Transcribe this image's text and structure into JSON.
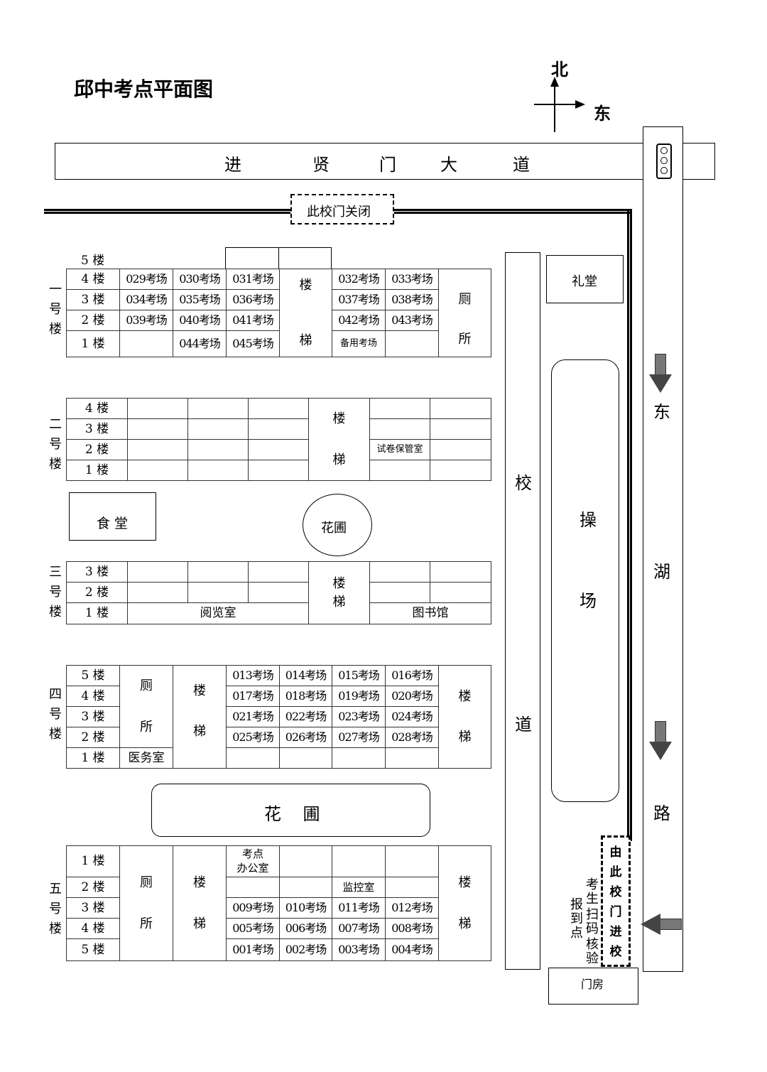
{
  "title": "邱中考点平面图",
  "compass": {
    "north": "北",
    "east": "东"
  },
  "road_north": [
    "进",
    "贤",
    "门",
    "大",
    "道"
  ],
  "closed_gate": "此校门关闭",
  "buildings": {
    "b1": {
      "label": "一号楼",
      "floor5": "5 楼",
      "stair": [
        "楼",
        "梯"
      ],
      "toilet": [
        "厕",
        "所"
      ],
      "rows": [
        {
          "floor": "4 楼",
          "cells": [
            "029考场",
            "030考场",
            "031考场",
            "032考场",
            "033考场"
          ]
        },
        {
          "floor": "3 楼",
          "cells": [
            "034考场",
            "035考场",
            "036考场",
            "037考场",
            "038考场"
          ]
        },
        {
          "floor": "2 楼",
          "cells": [
            "039考场",
            "040考场",
            "041考场",
            "042考场",
            "043考场"
          ]
        },
        {
          "floor": "1 楼",
          "cells": [
            "",
            "044考场",
            "045考场",
            "备用考场",
            ""
          ]
        }
      ]
    },
    "b2": {
      "label": "二号楼",
      "stair": [
        "楼",
        "梯"
      ],
      "rows": [
        {
          "floor": "4 楼",
          "cells": [
            "",
            "",
            "",
            "",
            ""
          ]
        },
        {
          "floor": "3 楼",
          "cells": [
            "",
            "",
            "",
            "",
            ""
          ]
        },
        {
          "floor": "2 楼",
          "cells": [
            "",
            "",
            "",
            "试卷保管室",
            ""
          ]
        },
        {
          "floor": "1 楼",
          "cells": [
            "",
            "",
            "",
            "",
            ""
          ]
        }
      ]
    },
    "b3": {
      "label": "三号楼",
      "stair": [
        "楼",
        "梯"
      ],
      "rows": [
        {
          "floor": "3 楼",
          "cells": [
            "",
            "",
            "",
            "",
            ""
          ]
        },
        {
          "floor": "2 楼",
          "cells": [
            "",
            "",
            "",
            "",
            ""
          ]
        }
      ],
      "floor1": {
        "floor": "1 楼",
        "reading": "阅览室",
        "library": "图书馆"
      }
    },
    "b4": {
      "label": "四号楼",
      "toilet": [
        "厕",
        "所"
      ],
      "stair": [
        "楼",
        "梯"
      ],
      "clinic": "医务室",
      "rows": [
        {
          "floor": "5 楼",
          "cells": [
            "013考场",
            "014考场",
            "015考场",
            "016考场"
          ]
        },
        {
          "floor": "4 楼",
          "cells": [
            "017考场",
            "018考场",
            "019考场",
            "020考场"
          ]
        },
        {
          "floor": "3 楼",
          "cells": [
            "021考场",
            "022考场",
            "023考场",
            "024考场"
          ]
        },
        {
          "floor": "2 楼",
          "cells": [
            "025考场",
            "026考场",
            "027考场",
            "028考场"
          ]
        },
        {
          "floor": "1 楼",
          "cells": [
            "",
            "",
            "",
            ""
          ]
        }
      ]
    },
    "b5": {
      "label": "五号楼",
      "toilet": [
        "厕",
        "所"
      ],
      "stair": [
        "楼",
        "梯"
      ],
      "office": [
        "考点",
        "办公室"
      ],
      "monitor": "监控室",
      "rows": [
        {
          "floor": "1 楼",
          "cells": [
            "",
            "",
            "",
            ""
          ]
        },
        {
          "floor": "2 楼",
          "cells": [
            "",
            "",
            "",
            ""
          ]
        },
        {
          "floor": "3 楼",
          "cells": [
            "009考场",
            "010考场",
            "011考场",
            "012考场"
          ]
        },
        {
          "floor": "4 楼",
          "cells": [
            "005考场",
            "006考场",
            "007考场",
            "008考场"
          ]
        },
        {
          "floor": "5 楼",
          "cells": [
            "001考场",
            "002考场",
            "003考场",
            "004考场"
          ]
        }
      ]
    }
  },
  "canteen": "食 堂",
  "garden_small": "花圃",
  "garden_big": "花    圃",
  "school_road": [
    "校",
    "道"
  ],
  "auditorium": "礼堂",
  "playground": [
    "操",
    "场"
  ],
  "east_lake_road": [
    "东",
    "湖",
    "路"
  ],
  "entry_gate": [
    "由",
    "此",
    "校",
    "门",
    "进",
    "校"
  ],
  "checkpoint": [
    "考生",
    "扫码",
    "核验",
    "报到点"
  ],
  "gatehouse": "门房"
}
